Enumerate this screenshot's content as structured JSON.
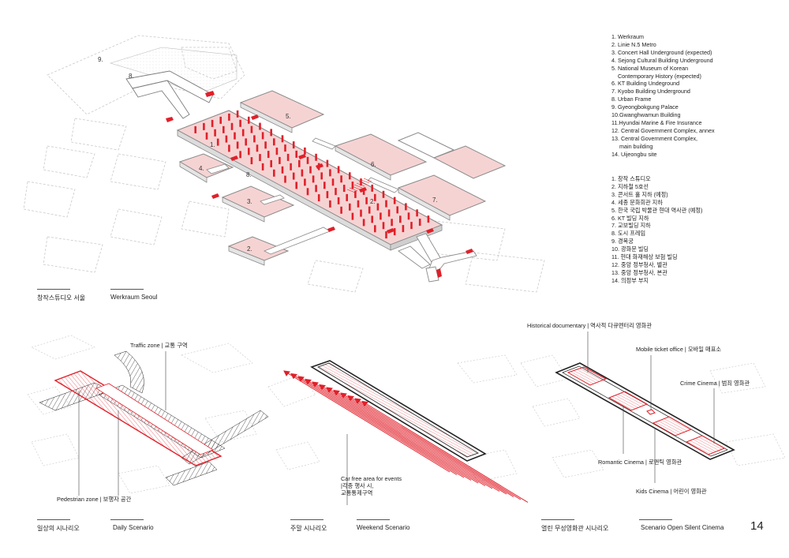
{
  "legend_en": [
    "1. Werkraum",
    "2. Linie N.5 Metro",
    "3. Concert Hall Underground (expected)",
    "4. Sejong Cultural Building Underground",
    "5. National Museum of Korean",
    "    Contemporary History (expected)",
    "6. KT Building Undeground",
    "7. Kyobo Building Underground",
    "8. Urban Frame",
    "9. Gyeongbokgung Palace",
    "10.Gwanghwamun Building",
    "11.Hyundai Marine & Fire Insurance",
    "12. Central Government Complex, annex",
    "13. Central Government Complex,",
    "     main building",
    "14. Uijeongbu site"
  ],
  "legend_ko": [
    "1. 창작 스튜디오",
    "2. 지하철 5호선",
    "3. 콘서트 홀 지하 (예정)",
    "4. 세종 문화회관 지하",
    "5. 한국 국립 박물관 현대 역사관 (예정)",
    "6. KT 빌딩 지하",
    "7. 교보빌딩 지하",
    "8. 도시 프레임",
    "9. 경복궁",
    "10. 광화문 빌딩",
    "11. 현대 화재해상 보험 빌딩",
    "12. 중앙 정부청사, 별관",
    "13. 중앙 정부청사, 본관",
    "14. 의정부 부지"
  ],
  "main_map": {
    "numbers": [
      "1.",
      "2.",
      "3.",
      "4.",
      "5.",
      "6.",
      "7.",
      "8.",
      "8.",
      "9."
    ],
    "caption_ko": "창작스튜디오 서울",
    "caption_en": "Werkraum Seoul"
  },
  "daily": {
    "traffic_zone": "Traffic zone | 교통 구역",
    "pedestrian_zone": "Pedestrian zone | 보행자 공간",
    "caption_ko": "일상의 시나리오",
    "caption_en": "Daily Scenario"
  },
  "weekend": {
    "car_free_line1": "Car free area for events",
    "car_free_line2": "|각종 행사 시,",
    "car_free_line3": "교통통제구역",
    "caption_ko": "주말 시나리오",
    "caption_en": "Weekend Scenario"
  },
  "cinema": {
    "historical": "Historical documentary | 역사적 다큐멘터리 영화관",
    "mobile_ticket": "Mobile ticket office | 모바일 매표소",
    "crime": "Crime Cinema | 범죄 영화관",
    "romantic": "Romantic Cinema | 로맨틱 영화관",
    "kids": "Kids Cinema | 어린이 영화관",
    "caption_ko": "열린 무성영화관 시나리오",
    "caption_en": "Scenario Open Silent Cinema"
  },
  "page_number": "14",
  "colors": {
    "accent_red": "#e0202a",
    "pink_fill": "#f6d3d3",
    "wall_gray": "#8a8a8a",
    "context_gray": "#c8c8c8"
  }
}
